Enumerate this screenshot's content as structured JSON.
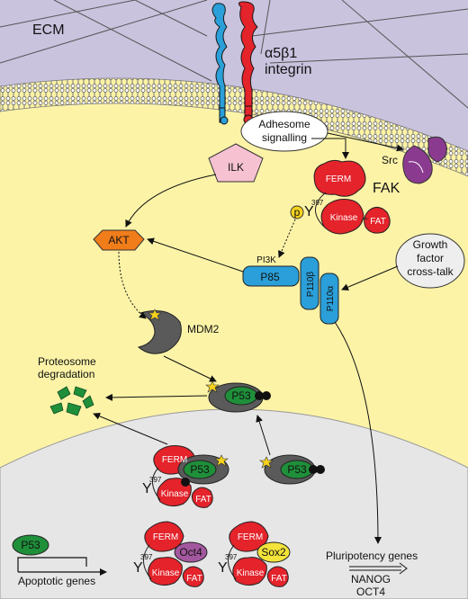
{
  "labels": {
    "ecm": "ECM",
    "integrin_line1": "α5β1",
    "integrin_line2": "integrin",
    "adhesome_line1": "Adhesome",
    "adhesome_line2": "signalling",
    "ilk": "ILK",
    "src": "Src",
    "ferm": "FERM",
    "kinase": "Kinase",
    "fat": "FAT",
    "fak": "FAK",
    "y397": "397",
    "y": "Y",
    "p": "p",
    "akt": "AKT",
    "pi3k": "PI3K",
    "p85": "P85",
    "p110b": "P110β",
    "p110a": "P110α",
    "growth_line1": "Growth",
    "growth_line2": "factor",
    "growth_line3": "cross-talk",
    "mdm2": "MDM2",
    "proteosome_line1": "Proteosome",
    "proteosome_line2": "degradation",
    "p53": "P53",
    "oct4": "Oct4",
    "sox2": "Sox2",
    "apoptotic": "Apoptotic genes",
    "pluripotency": "Pluripotency genes",
    "nanog": "NANOG",
    "oct4_gene": "OCT4"
  },
  "colors": {
    "ecm": "#c9c3de",
    "cytoplasm": "#fcf3a7",
    "nucleus": "#e6e6e6",
    "fak_red": "#e4232b",
    "pi3k_blue": "#2a9fd9",
    "akt_orange": "#f07d1a",
    "ilk_pink": "#f6c2d2",
    "src_purple": "#8a3b8f",
    "p53_green": "#1f8f3a",
    "oct4_purple": "#a3579e",
    "sox2_yellow": "#f3e33a",
    "mdm2_grey": "#5a5a5a",
    "star_yellow": "#f7d21c"
  }
}
